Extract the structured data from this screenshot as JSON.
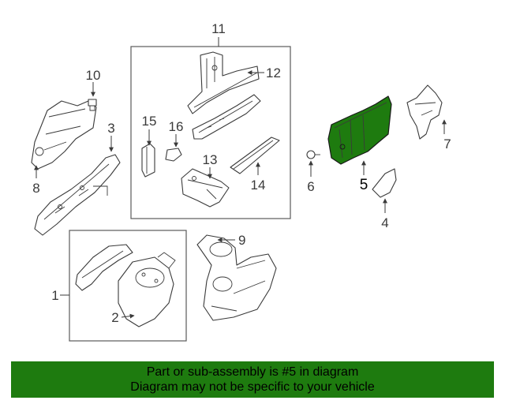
{
  "callouts": {
    "c1": "1",
    "c2": "2",
    "c3": "3",
    "c4": "4",
    "c5": "5",
    "c6": "6",
    "c7": "7",
    "c8": "8",
    "c9": "9",
    "c10": "10",
    "c11": "11",
    "c12": "12",
    "c13": "13",
    "c14": "14",
    "c15": "15",
    "c16": "16"
  },
  "highlighted_part": "5",
  "colors": {
    "highlight": "#1e7b0f",
    "banner": "#1e7b0f",
    "line": "#3a3a3a"
  },
  "banner": {
    "line1": "Part or sub-assembly is #5 in diagram",
    "line2": "Diagram may not be specific to your vehicle"
  }
}
